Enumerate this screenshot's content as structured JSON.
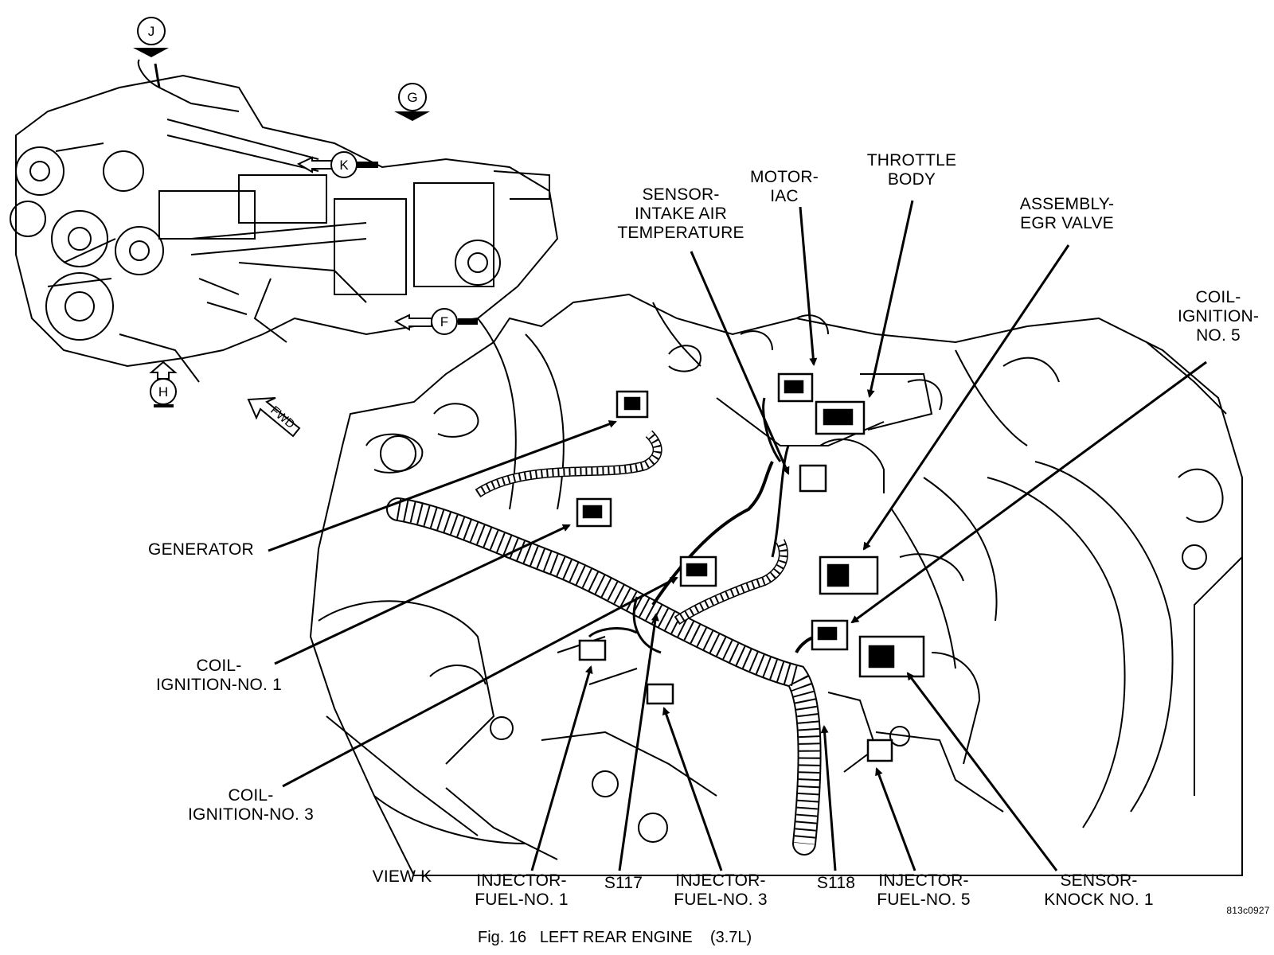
{
  "labels": {
    "sensor_iat": [
      "SENSOR-",
      "INTAKE AIR",
      "TEMPERATURE"
    ],
    "motor_iac": [
      "MOTOR-",
      "IAC"
    ],
    "throttle_body": [
      "THROTTLE",
      "BODY"
    ],
    "egr_valve": [
      "ASSEMBLY-",
      "EGR VALVE"
    ],
    "coil_5": [
      "COIL-",
      "IGNITION-",
      "NO. 5"
    ],
    "generator": [
      "GENERATOR"
    ],
    "coil_1": [
      "COIL-",
      "IGNITION-NO. 1"
    ],
    "coil_3": [
      "COIL-",
      "IGNITION-NO. 3"
    ],
    "view_k": [
      "VIEW K"
    ],
    "injector_1": [
      "INJECTOR-",
      "FUEL-NO. 1"
    ],
    "s117": [
      "S117"
    ],
    "injector_3": [
      "INJECTOR-",
      "FUEL-NO. 3"
    ],
    "s118": [
      "S118"
    ],
    "injector_5": [
      "INJECTOR-",
      "FUEL-NO. 5"
    ],
    "knock_sensor": [
      "SENSOR-",
      "KNOCK NO. 1"
    ]
  },
  "view_markers": {
    "j": "J",
    "g": "G",
    "k": "K",
    "f": "F",
    "h": "H",
    "fwd": "FWD"
  },
  "figure_code": "813c0927",
  "caption": "Fig. 16   LEFT REAR ENGINE    (3.7L)"
}
